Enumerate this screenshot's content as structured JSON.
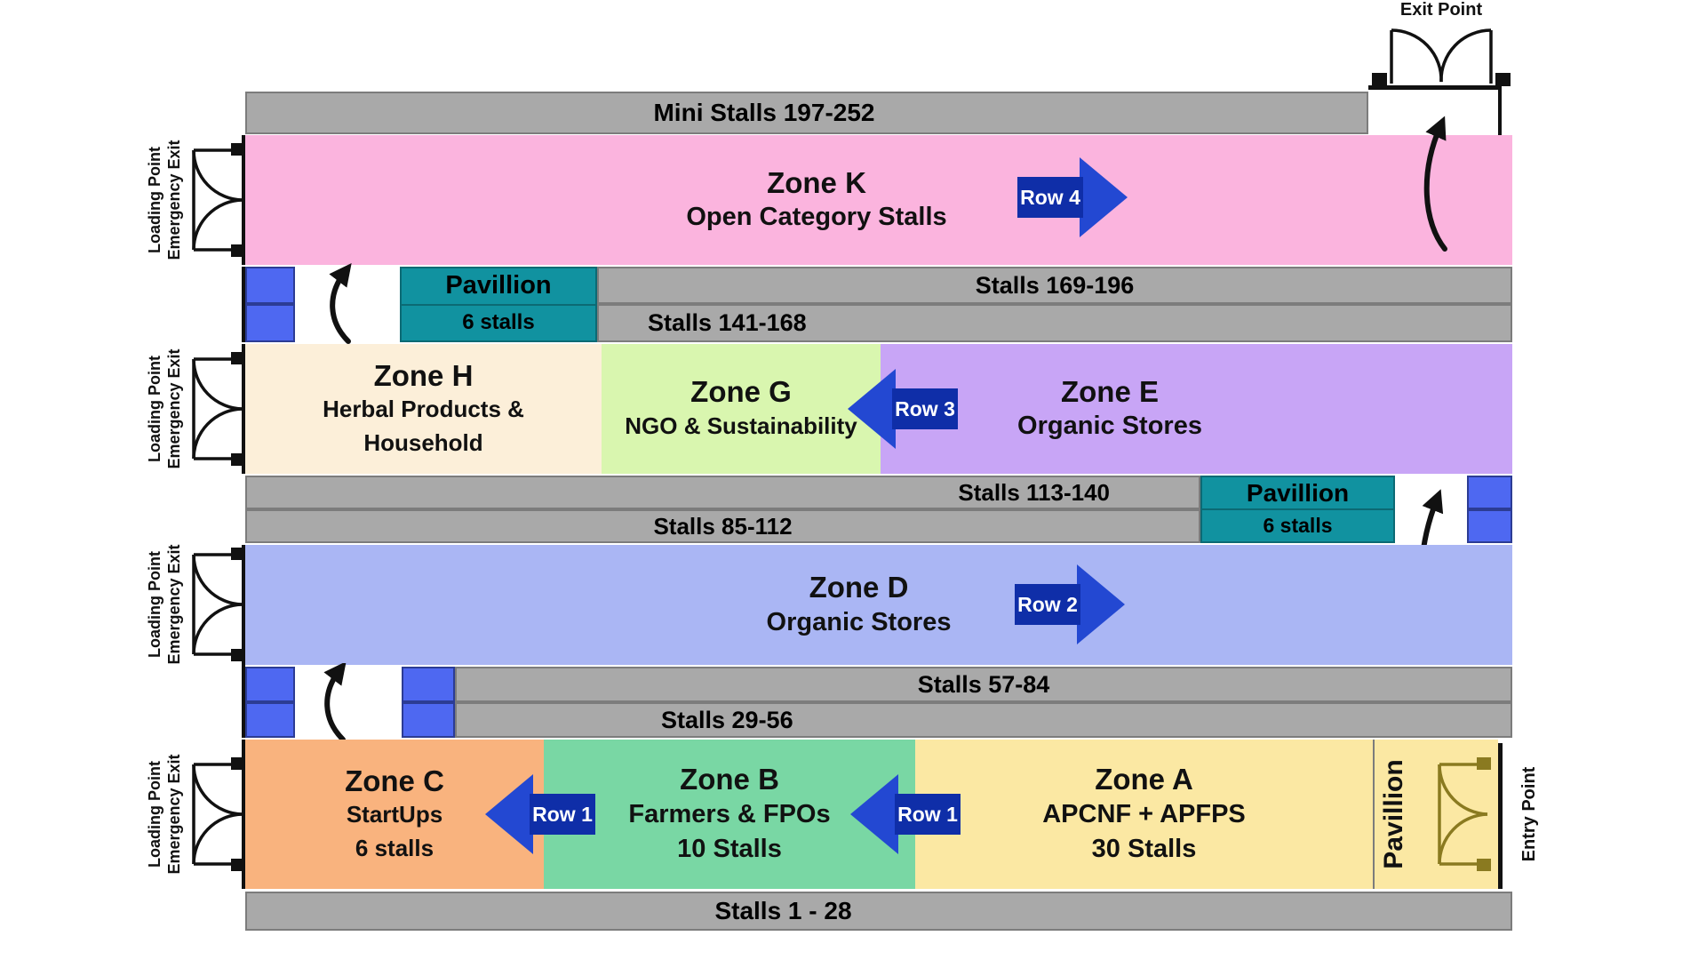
{
  "labels": {
    "exit_point": "Exit Point",
    "entry_point": "Entry Point"
  },
  "loading_dock": {
    "line1": "Loading Point",
    "line2": "Emergency Exit"
  },
  "bars": {
    "mini_stalls": "Mini Stalls 197-252",
    "stalls_169_196": "Stalls 169-196",
    "stalls_141_168": "Stalls 141-168",
    "stalls_113_140": "Stalls 113-140",
    "stalls_85_112": "Stalls 85-112",
    "stalls_57_84": "Stalls 57-84",
    "stalls_29_56": "Stalls 29-56",
    "stalls_1_28": "Stalls 1 - 28"
  },
  "zones": {
    "k": {
      "title": "Zone K",
      "line1": "Open Category Stalls"
    },
    "h": {
      "title": "Zone H",
      "line1": "Herbal Products &",
      "line2": "Household"
    },
    "g": {
      "title": "Zone G",
      "line1": "NGO & Sustainability"
    },
    "e": {
      "title": "Zone E",
      "line1": "Organic Stores"
    },
    "d": {
      "title": "Zone D",
      "line1": "Organic Stores"
    },
    "c": {
      "title": "Zone C",
      "line1": "StartUps",
      "line2": "6 stalls"
    },
    "b": {
      "title": "Zone B",
      "line1": "Farmers & FPOs",
      "line2": "10 Stalls"
    },
    "a": {
      "title": "Zone A",
      "line1": "APCNF + APFPS",
      "line2": "30 Stalls"
    }
  },
  "pavilions": {
    "top": {
      "title": "Pavillion",
      "subtitle": "6 stalls"
    },
    "right": {
      "title": "Pavillion",
      "subtitle": "6 stalls"
    },
    "entry": {
      "title": "Pavillion"
    }
  },
  "row_arrows": {
    "row1": "Row 1",
    "row2": "Row 2",
    "row3": "Row 3",
    "row4": "Row 4"
  },
  "colors": {
    "zone_k": "#FBB4DE",
    "zone_h": "#FCEFD9",
    "zone_g": "#D9F6AF",
    "zone_e": "#C8A5F6",
    "zone_d": "#AAB6F4",
    "zone_c": "#F9B37E",
    "zone_b": "#79D7A4",
    "zone_a": "#FBE8A3",
    "stall_bar": "#A9A9A9",
    "pavilion_teal": "#1192A0",
    "loading_bay_blue": "#4E68F1",
    "arrow_blue": "#2348D2",
    "arrow_label_blue": "#0F2EA8",
    "entry_door_olive": "#8A7A20"
  }
}
